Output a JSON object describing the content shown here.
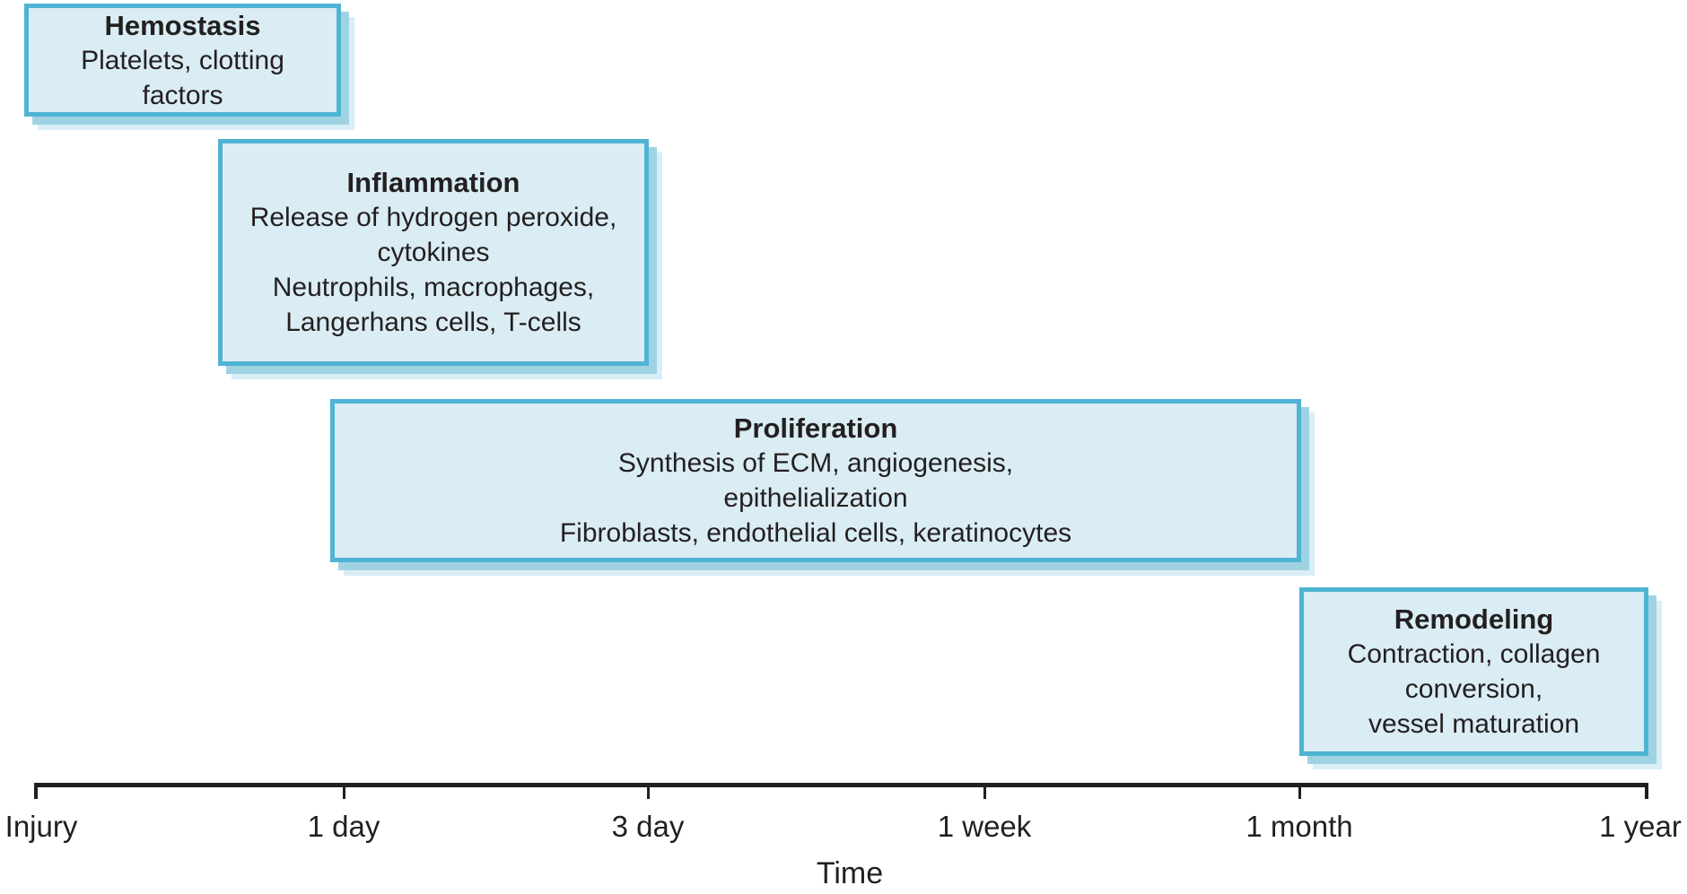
{
  "figure": {
    "description": "Timeline diagram of wound healing phases plotted against time after injury"
  },
  "phases": [
    {
      "title": "Hemostasis",
      "lines": [
        "Platelets, clotting",
        "factors"
      ],
      "approx_span": "Injury to 1 day"
    },
    {
      "title": "Inflammation",
      "lines": [
        "Release of hydrogen peroxide,",
        "cytokines",
        "Neutrophils, macrophages,",
        "Langerhans cells, T-cells"
      ],
      "approx_span": "Injury to 3 day"
    },
    {
      "title": "Proliferation",
      "lines": [
        "Synthesis of ECM, angiogenesis,",
        "epithelialization",
        "Fibroblasts, endothelial cells, keratinocytes"
      ],
      "approx_span": "1 day to 1 month"
    },
    {
      "title": "Remodeling",
      "lines": [
        "Contraction, collagen",
        "conversion,",
        "vessel maturation"
      ],
      "approx_span": "1 month to 1 year"
    }
  ],
  "axis": {
    "title": "Time",
    "ticks": [
      {
        "label": "Injury"
      },
      {
        "label": "1 day"
      },
      {
        "label": "3 day"
      },
      {
        "label": "1 week"
      },
      {
        "label": "1 month"
      },
      {
        "label": "1 year"
      }
    ]
  },
  "colors": {
    "box_fill": "#daecf4",
    "box_border": "#4fb4d3",
    "box_shadow": "#9fd3e4",
    "box_shadow_outer": "#d9eef6",
    "text": "#231f20",
    "axis": "#231f20",
    "background": "#ffffff"
  }
}
